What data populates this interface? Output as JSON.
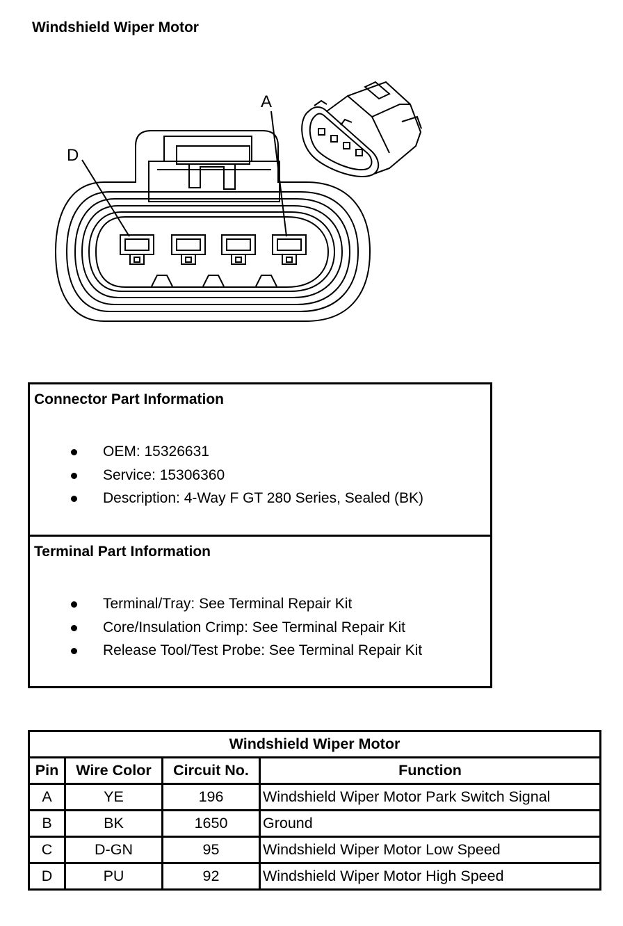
{
  "page": {
    "title": "Windshield Wiper Motor"
  },
  "diagram": {
    "callouts": {
      "a": "A",
      "d": "D"
    }
  },
  "connector_info": {
    "heading": "Connector Part Information",
    "items": [
      "OEM: 15326631",
      "Service: 15306360",
      "Description: 4-Way F GT 280 Series, Sealed (BK)"
    ]
  },
  "terminal_info": {
    "heading": "Terminal Part Information",
    "items": [
      "Terminal/Tray: See Terminal Repair Kit",
      "Core/Insulation Crimp: See Terminal Repair Kit",
      "Release Tool/Test Probe: See Terminal Repair Kit"
    ]
  },
  "pin_table": {
    "title": "Windshield Wiper Motor",
    "headers": [
      "Pin",
      "Wire Color",
      "Circuit No.",
      "Function"
    ],
    "rows": [
      [
        "A",
        "YE",
        "196",
        "Windshield Wiper Motor Park Switch Signal"
      ],
      [
        "B",
        "BK",
        "1650",
        "Ground"
      ],
      [
        "C",
        "D-GN",
        "95",
        "Windshield Wiper Motor Low Speed"
      ],
      [
        "D",
        "PU",
        "92",
        "Windshield Wiper Motor High Speed"
      ]
    ]
  }
}
